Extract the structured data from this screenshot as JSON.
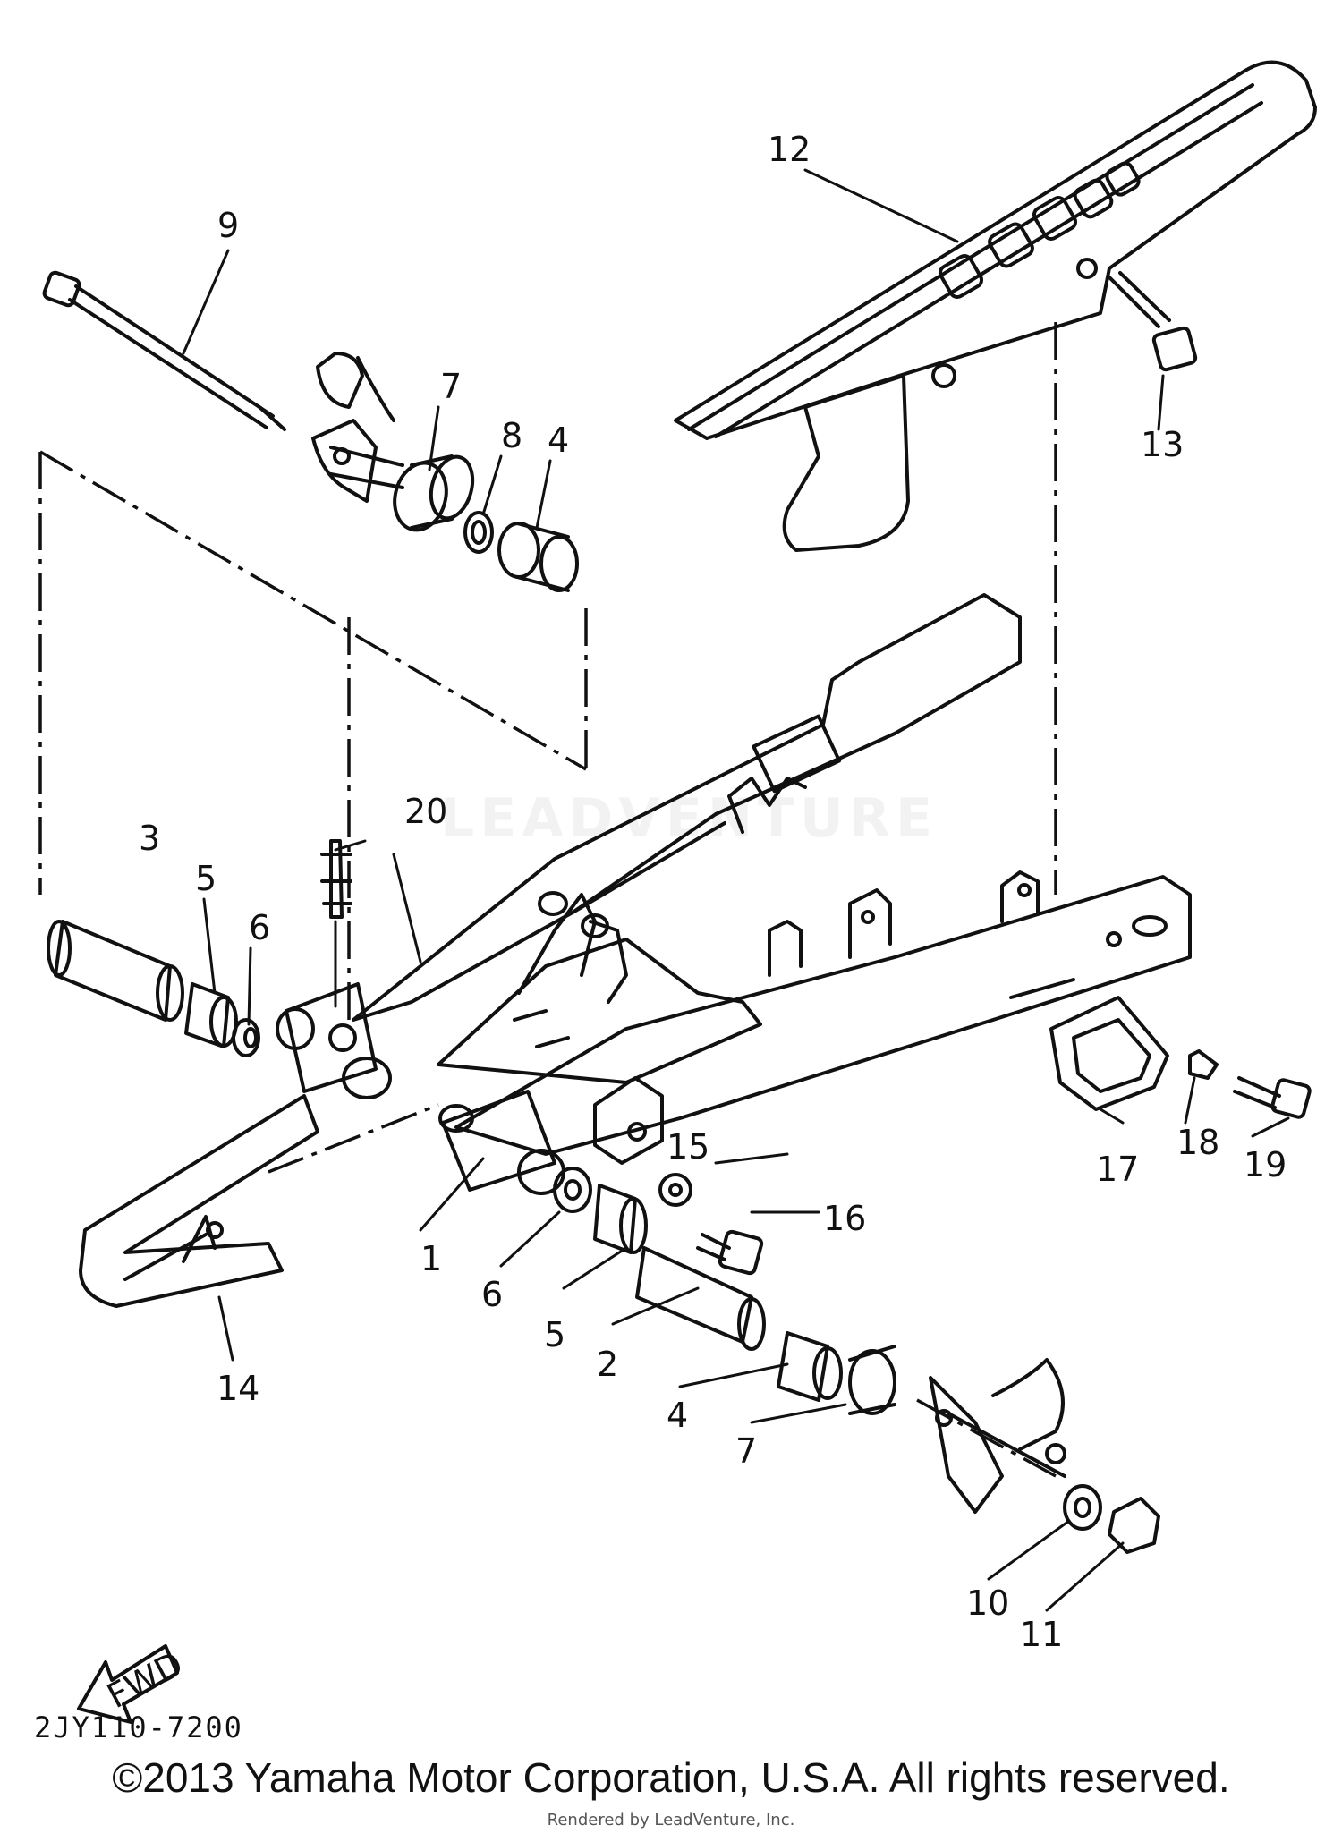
{
  "diagram": {
    "part_code": "2JY110-7200",
    "fwd_label": "FWD",
    "callouts": {
      "c1": "1",
      "c2": "2",
      "c3": "3",
      "c4a": "4",
      "c4b": "4",
      "c5a": "5",
      "c5b": "5",
      "c6a": "6",
      "c6b": "6",
      "c7a": "7",
      "c7b": "7",
      "c8": "8",
      "c9": "9",
      "c10": "10",
      "c11": "11",
      "c12": "12",
      "c13": "13",
      "c14": "14",
      "c15": "15",
      "c16": "16",
      "c17": "17",
      "c18": "18",
      "c19": "19",
      "c20": "20"
    }
  },
  "footer": {
    "copyright": "©2013 Yamaha Motor Corporation, U.S.A. All rights reserved.",
    "rendered_by": "Rendered by LeadVenture, Inc."
  },
  "watermark": {
    "text": "LEADVENTURE"
  }
}
